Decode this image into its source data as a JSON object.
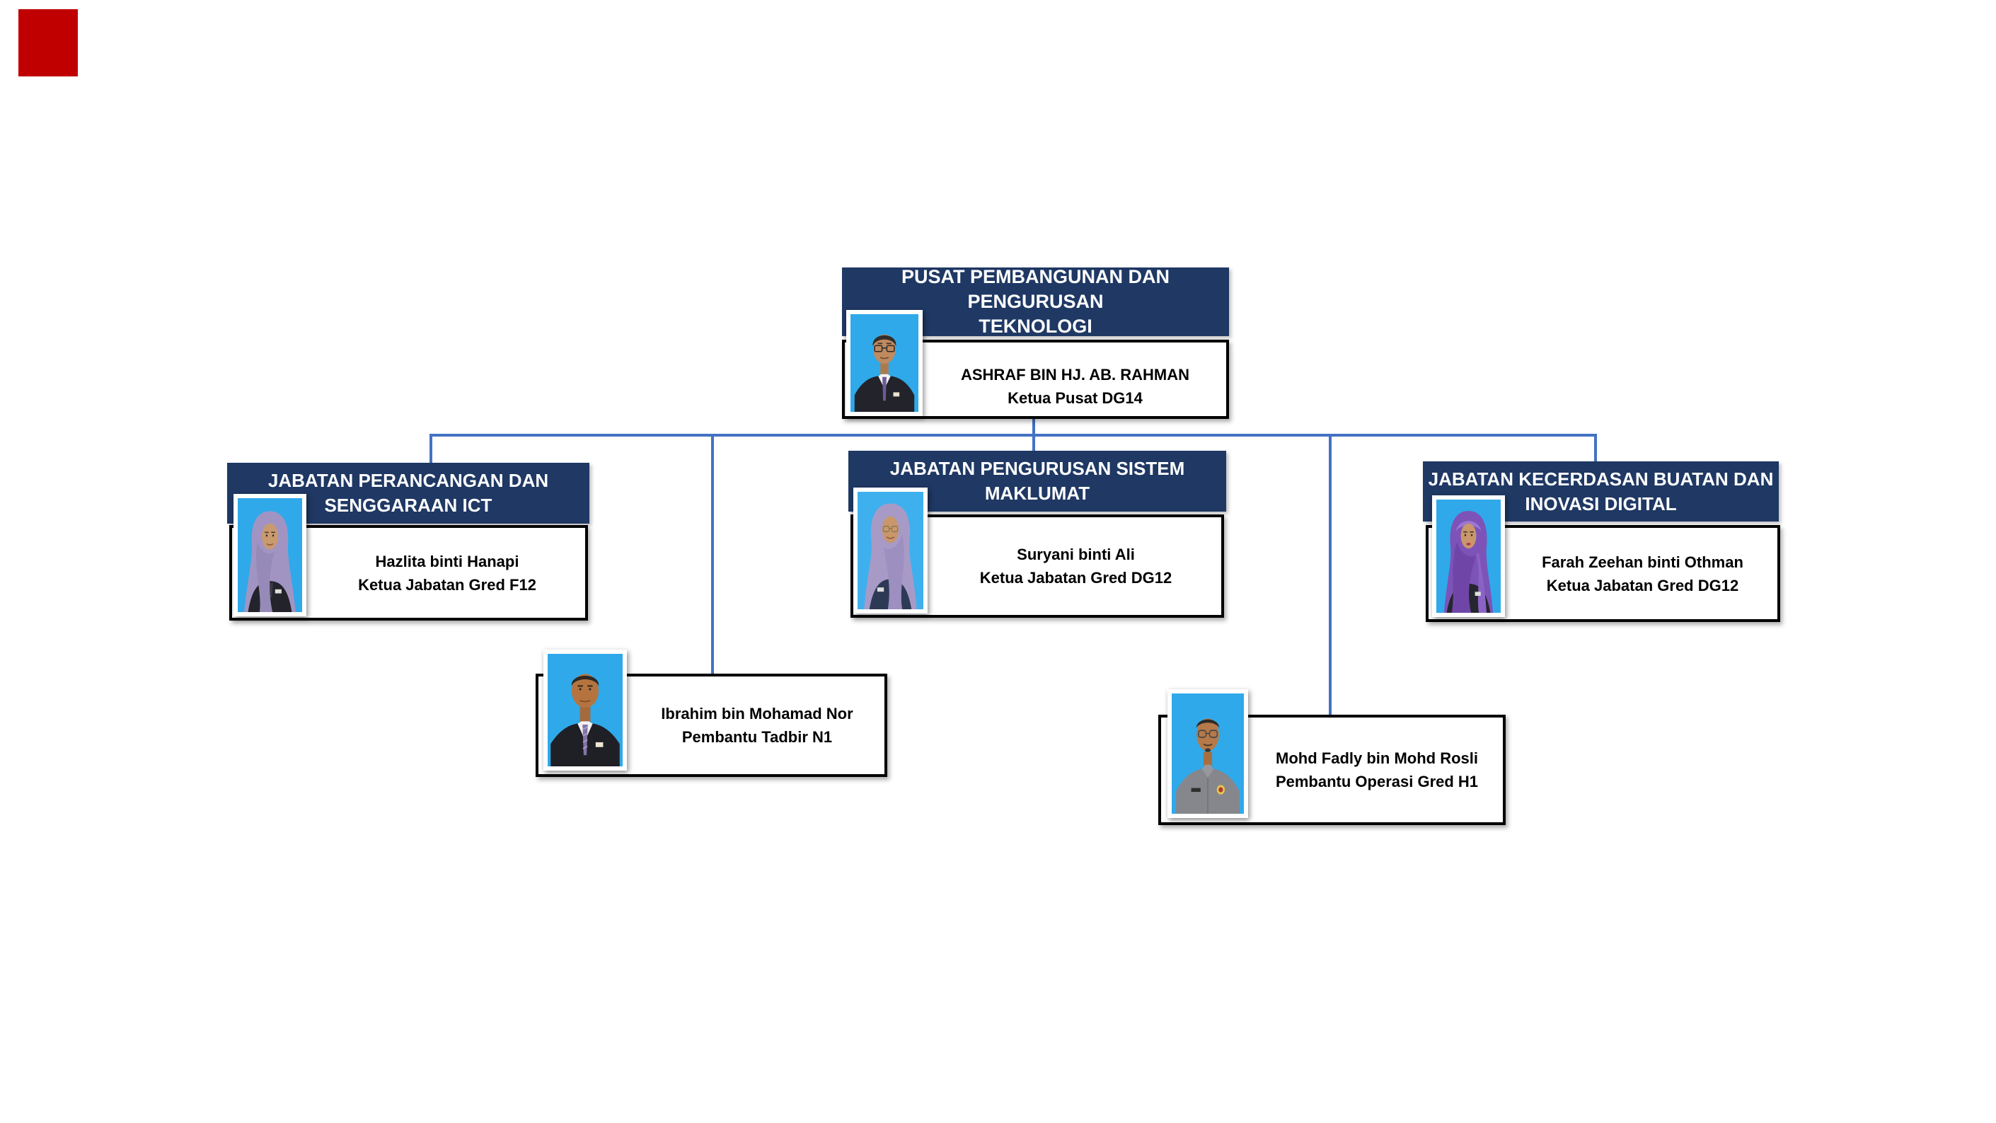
{
  "chart": {
    "marker_color": "#C00000",
    "colors": {
      "header_bg": "#1F3864",
      "header_text": "#FFFFFF",
      "connector": "#4472C4",
      "box_border": "#000000",
      "photo_background": "#2FA9EA"
    },
    "root": {
      "title_line1": "PUSAT PEMBANGUNAN DAN PENGURUSAN",
      "title_line2": "TEKNOLOGI",
      "name": "ASHRAF BIN HJ. AB. RAHMAN",
      "role": "Ketua Pusat DG14",
      "photo": "man-dark-suit-purple-tie-glasses"
    },
    "departments": [
      {
        "title_line1": "JABATAN PERANCANGAN DAN",
        "title_line2": "SENGGARAAN ICT",
        "name": "Hazlita binti Hanapi",
        "role": "Ketua Jabatan Gred F12",
        "photo": "woman-lavender-hijab-dark-suit"
      },
      {
        "title_line1": "JABATAN PENGURUSAN SISTEM",
        "title_line2": "MAKLUMAT",
        "name": "Suryani binti Ali",
        "role": "Ketua Jabatan Gred DG12",
        "photo": "woman-lavender-hijab-glasses-navy-blazer"
      },
      {
        "title_line1": "JABATAN KECERDASAN BUATAN DAN",
        "title_line2": "INOVASI DIGITAL",
        "name": "Farah Zeehan binti Othman",
        "role": "Ketua Jabatan Gred DG12",
        "photo": "woman-purple-hijab-dark-suit"
      }
    ],
    "staff": [
      {
        "name": "Ibrahim bin Mohamad Nor",
        "role": "Pembantu Tadbir N1",
        "photo": "man-dark-suit-striped-tie"
      },
      {
        "name": "Mohd Fadly bin Mohd Rosli",
        "role": "Pembantu Operasi Gred H1",
        "photo": "man-gray-uniform-shirt-glasses"
      }
    ]
  }
}
